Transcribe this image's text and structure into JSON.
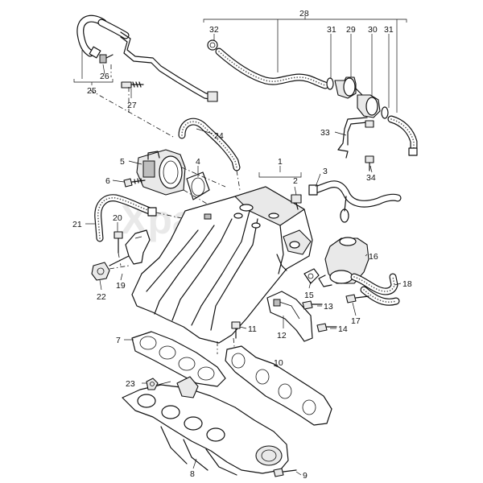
{
  "watermark": "Xparts",
  "callouts": {
    "c1": "1",
    "c2": "2",
    "c3": "3",
    "c4": "4",
    "c5": "5",
    "c6": "6",
    "c7": "7",
    "c8": "8",
    "c9": "9",
    "c10": "10",
    "c11": "11",
    "c12": "12",
    "c13": "13",
    "c14": "14",
    "c15": "15",
    "c16": "16",
    "c17": "17",
    "c18": "18",
    "c19": "19",
    "c20": "20",
    "c21": "21",
    "c22": "22",
    "c23": "23",
    "c24": "24",
    "c25": "25",
    "c26": "26",
    "c27": "27",
    "c28": "28",
    "c29": "29",
    "c30": "30",
    "c31a": "31",
    "c31b": "31",
    "c32": "32",
    "c33": "33",
    "c34": "34"
  }
}
